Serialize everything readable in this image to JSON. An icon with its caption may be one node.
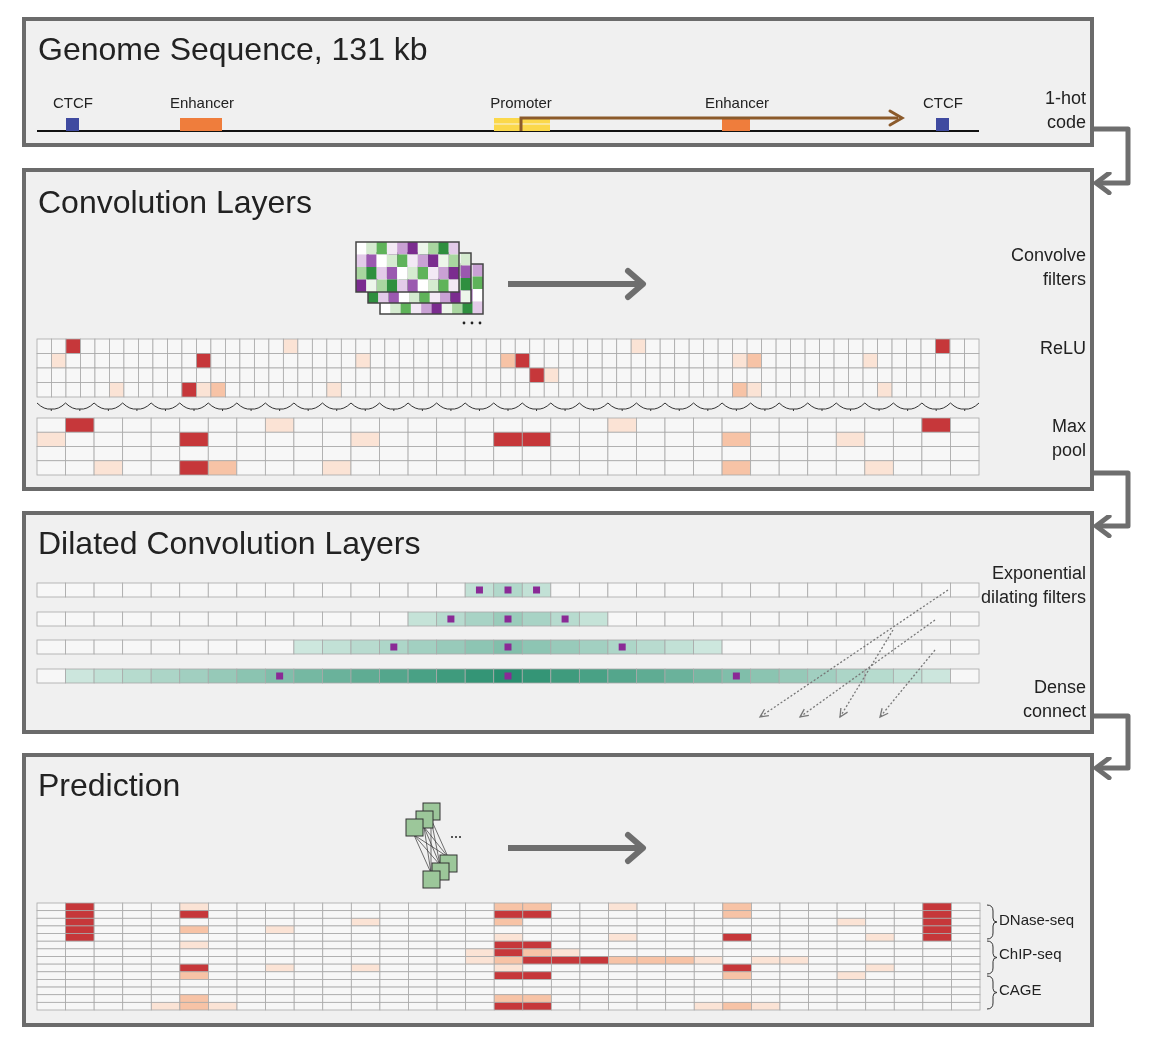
{
  "diagram": {
    "nodes": [
      {
        "text": [
          "Genome Sequence, 131 kb"
        ]
      },
      {
        "text": [
          "Convolution Layers"
        ]
      },
      {
        "text": [
          "Dilated Convolution Layers"
        ]
      },
      {
        "text": [
          "Prediction"
        ]
      }
    ],
    "edges": [
      {
        "from": 0,
        "to": 1,
        "arrow": "to"
      },
      {
        "from": 1,
        "to": 2,
        "arrow": "to"
      },
      {
        "from": 2,
        "to": 3,
        "arrow": "to"
      }
    ],
    "labels": [
      "CTCF",
      "Enhancer",
      "Promoter",
      "Enhancer",
      "CTCF",
      "1-hot code",
      "Convolve filters",
      "ReLU",
      "Max pool",
      "Exponential dilating filters",
      "Dense connect",
      "DNase-seq",
      "ChIP-seq",
      "CAGE"
    ]
  }
}
